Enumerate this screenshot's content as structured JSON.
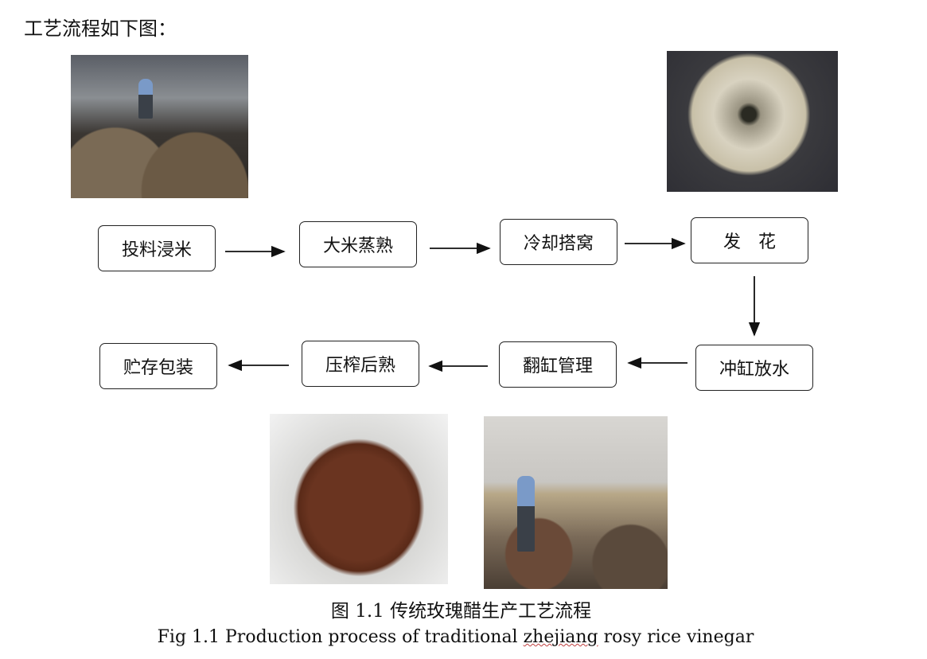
{
  "heading": "工艺流程如下图：",
  "steps": [
    "投料浸米",
    "大米蒸熟",
    "冷却搭窝",
    "发　花",
    "冲缸放水",
    "翻缸管理",
    "压榨后熟",
    "贮存包装"
  ],
  "caption": {
    "cn": "图 1.1  传统玫瑰醋生产工艺流程",
    "en_pre": "Fig 1.1 Production process of traditional ",
    "en_mark": "zhejiang",
    "en_post": " rosy rice vinegar"
  }
}
